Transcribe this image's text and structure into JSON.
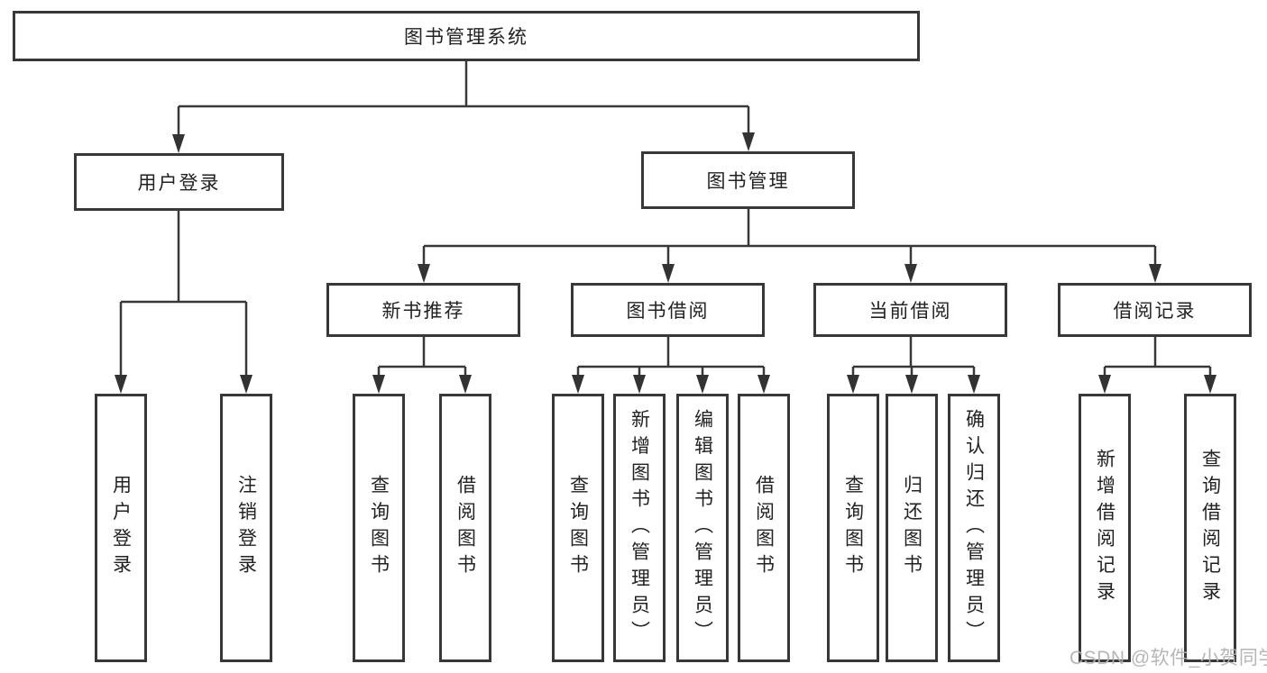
{
  "nodes": {
    "root": {
      "label": "图书管理系统"
    },
    "user_login_branch": {
      "label": "用户登录"
    },
    "book_mgmt_branch": {
      "label": "图书管理"
    },
    "level3": [
      {
        "label": "新书推荐"
      },
      {
        "label": "图书借阅"
      },
      {
        "label": "当前借阅"
      },
      {
        "label": "借阅记录"
      }
    ],
    "leaves": [
      {
        "label": "用户登录"
      },
      {
        "label": "注销登录"
      },
      {
        "label": "查询图书"
      },
      {
        "label": "借阅图书"
      },
      {
        "label": "查询图书"
      },
      {
        "label": "新增图书（管理员）"
      },
      {
        "label": "编辑图书（管理员）"
      },
      {
        "label": "借阅图书"
      },
      {
        "label": "查询图书"
      },
      {
        "label": "归还图书"
      },
      {
        "label": "确认归还（管理员）"
      },
      {
        "label": "新增借阅记录"
      },
      {
        "label": "查询借阅记录"
      }
    ]
  },
  "watermark": {
    "text": "CSDN @软件_小贺同学"
  },
  "colors": {
    "line": "#383838",
    "box_border": "#383838",
    "text": "#222222",
    "watermark": "#b0b0b0",
    "background": "#ffffff"
  }
}
